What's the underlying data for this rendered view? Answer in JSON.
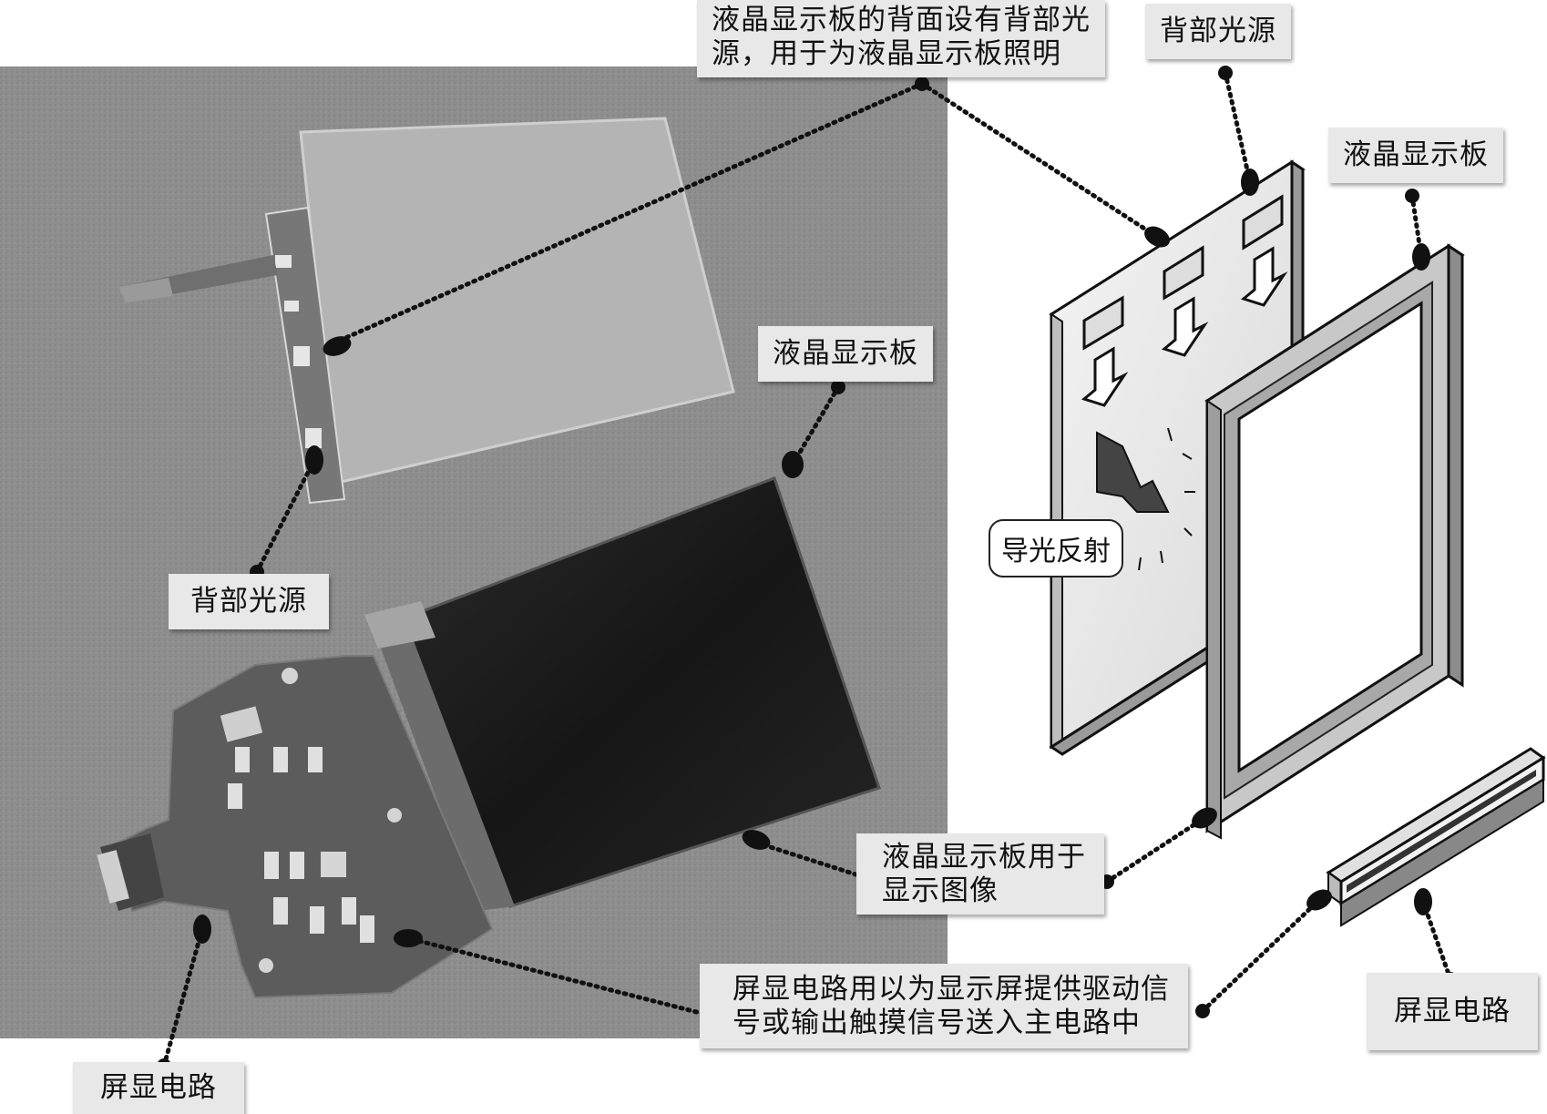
{
  "labels": {
    "top_note_line1": "液晶显示板的背面设有背部光",
    "top_note_line2": "源，用于为液晶显示板照明",
    "backlight_right": "背部光源",
    "lcd_right": "液晶显示板",
    "lcd_photo": "液晶显示板",
    "backlight_photo": "背部光源",
    "lcd_function_line1": "液晶显示板用于",
    "lcd_function_line2": "显示图像",
    "circuit_note_line1": "屏显电路用以为显示屏提供驱动信",
    "circuit_note_line2": "号或输出触摸信号送入主电路中",
    "circuit_right": "屏显电路",
    "circuit_photo": "屏显电路",
    "light_guide": "导光反射"
  },
  "colors": {
    "photo_background": "#8c8c8c",
    "label_background": "#e8e8e8",
    "panel_face": "#efefef",
    "lcd_screen": "#1f1f1f"
  }
}
